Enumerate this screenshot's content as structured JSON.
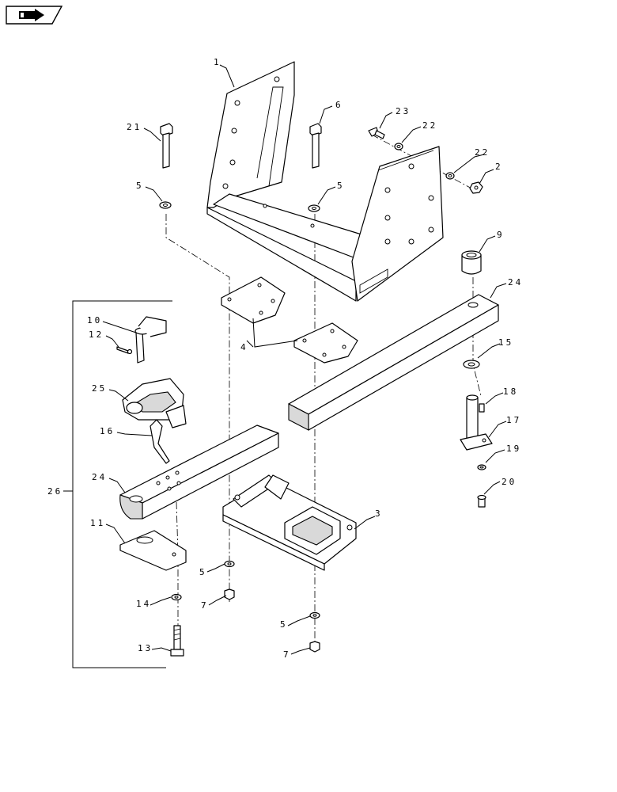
{
  "diagram": {
    "callouts": [
      {
        "id": "c1",
        "text": "1"
      },
      {
        "id": "c2",
        "text": "2"
      },
      {
        "id": "c3",
        "text": "3"
      },
      {
        "id": "c4",
        "text": "4"
      },
      {
        "id": "c5a",
        "text": "5"
      },
      {
        "id": "c5b",
        "text": "5"
      },
      {
        "id": "c5c",
        "text": "5"
      },
      {
        "id": "c5d",
        "text": "5"
      },
      {
        "id": "c6",
        "text": "6"
      },
      {
        "id": "c7a",
        "text": "7"
      },
      {
        "id": "c7b",
        "text": "7"
      },
      {
        "id": "c9",
        "text": "9"
      },
      {
        "id": "c10",
        "text": "10"
      },
      {
        "id": "c11",
        "text": "11"
      },
      {
        "id": "c12",
        "text": "12"
      },
      {
        "id": "c13",
        "text": "13"
      },
      {
        "id": "c14",
        "text": "14"
      },
      {
        "id": "c15",
        "text": "15"
      },
      {
        "id": "c16",
        "text": "16"
      },
      {
        "id": "c17",
        "text": "17"
      },
      {
        "id": "c18",
        "text": "18"
      },
      {
        "id": "c19",
        "text": "19"
      },
      {
        "id": "c20",
        "text": "20"
      },
      {
        "id": "c21",
        "text": "21"
      },
      {
        "id": "c22a",
        "text": "22"
      },
      {
        "id": "c22b",
        "text": "22"
      },
      {
        "id": "c23",
        "text": "23"
      },
      {
        "id": "c24a",
        "text": "24"
      },
      {
        "id": "c24b",
        "text": "24"
      },
      {
        "id": "c25",
        "text": "25"
      },
      {
        "id": "c26",
        "text": "26"
      }
    ]
  }
}
